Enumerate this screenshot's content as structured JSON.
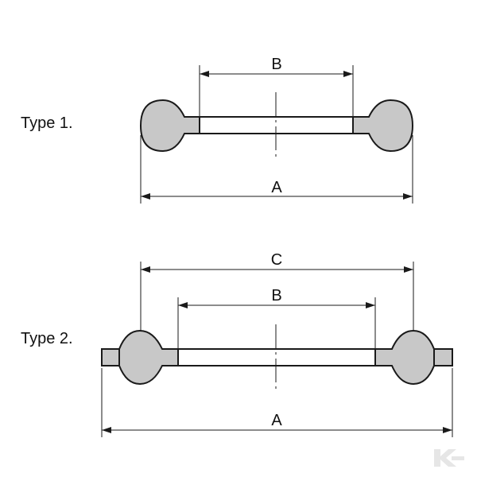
{
  "type1": {
    "title": "Type 1.",
    "dim_b": "B",
    "dim_a": "A"
  },
  "type2": {
    "title": "Type 2.",
    "dim_c": "C",
    "dim_b": "B",
    "dim_a": "A"
  },
  "colors": {
    "section_fill": "#c8c8c8",
    "outline": "#1a1a1a",
    "watermark": "#e6e6e6"
  },
  "watermark": {
    "logo": "K"
  }
}
